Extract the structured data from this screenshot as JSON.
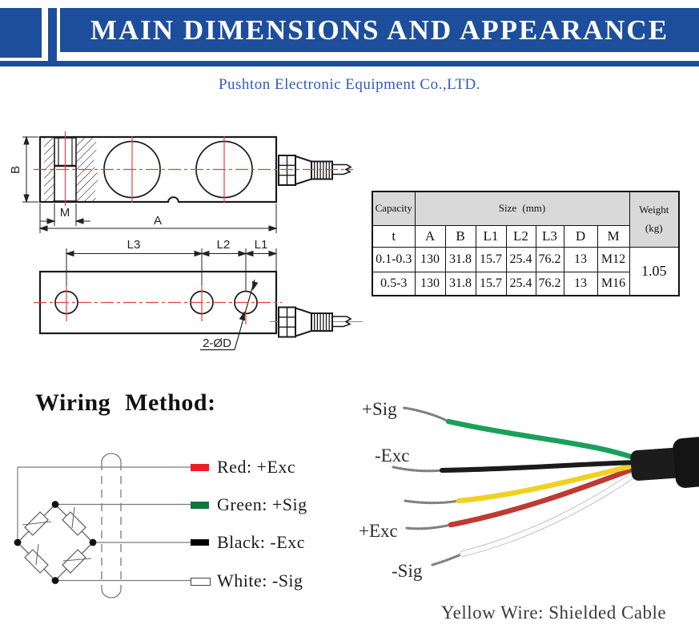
{
  "header": {
    "title": "MAIN DIMENSIONS AND APPEARANCE",
    "subtitle": "Pushton Electronic Equipment Co.,LTD.",
    "banner_color": "#1d4e9b"
  },
  "drawings": {
    "side_view": {
      "height_label": "B",
      "thread_label": "M",
      "width_label": "A"
    },
    "top_view": {
      "l3": "L3",
      "l2": "L2",
      "l1": "L1",
      "hole_note": "2-ØD"
    },
    "centerline_color": "#e84040"
  },
  "spec_table": {
    "header": {
      "capacity": "Capacity",
      "size": "Size (mm)",
      "weight": "Weight",
      "weight_unit": "(kg)"
    },
    "columns": [
      "t",
      "A",
      "B",
      "L1",
      "L2",
      "L3",
      "D",
      "M"
    ],
    "rows": [
      [
        "0.1-0.3",
        "130",
        "31.8",
        "15.7",
        "25.4",
        "76.2",
        "13",
        "M12"
      ],
      [
        "0.5-3",
        "130",
        "31.8",
        "15.7",
        "25.4",
        "76.2",
        "13",
        "M16"
      ]
    ],
    "weight_value": "1.05"
  },
  "wiring": {
    "title": "Wiring Method:",
    "legend": [
      {
        "name": "red",
        "label": "Red: +Exc",
        "color": "#ee1c25"
      },
      {
        "name": "green",
        "label": "Green: +Sig",
        "color": "#12763b"
      },
      {
        "name": "black",
        "label": "Black: -Exc",
        "color": "#000000"
      },
      {
        "name": "white",
        "label": "White: -Sig",
        "color": "#ffffff"
      }
    ]
  },
  "cable_photo": {
    "labels": {
      "sig_pos": "+Sig",
      "exc_neg": "-Exc",
      "exc_pos": "+Exc",
      "sig_neg": "-Sig"
    },
    "caption": "Yellow Wire: Shielded Cable",
    "wire_colors": {
      "green": "#1aa05b",
      "black": "#1b1b1b",
      "yellow": "#f0d122",
      "red": "#bf3a31",
      "white": "#fbfbfb"
    }
  }
}
